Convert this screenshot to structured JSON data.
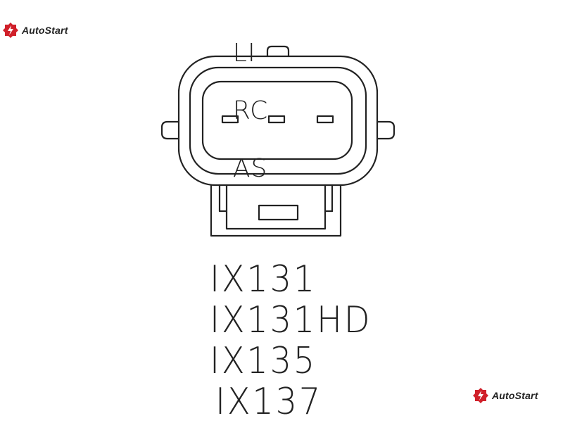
{
  "brand": {
    "name": "AutoStart",
    "accent_color": "#d0202a",
    "icon": "autostart-gear-icon"
  },
  "pin_labels": [
    "LI",
    "RC",
    "AS"
  ],
  "connector": {
    "pin_count": 3,
    "icon": "three-pin-connector-icon"
  },
  "models": [
    "IX131",
    "IX131HD",
    "IX135",
    "IX137"
  ]
}
